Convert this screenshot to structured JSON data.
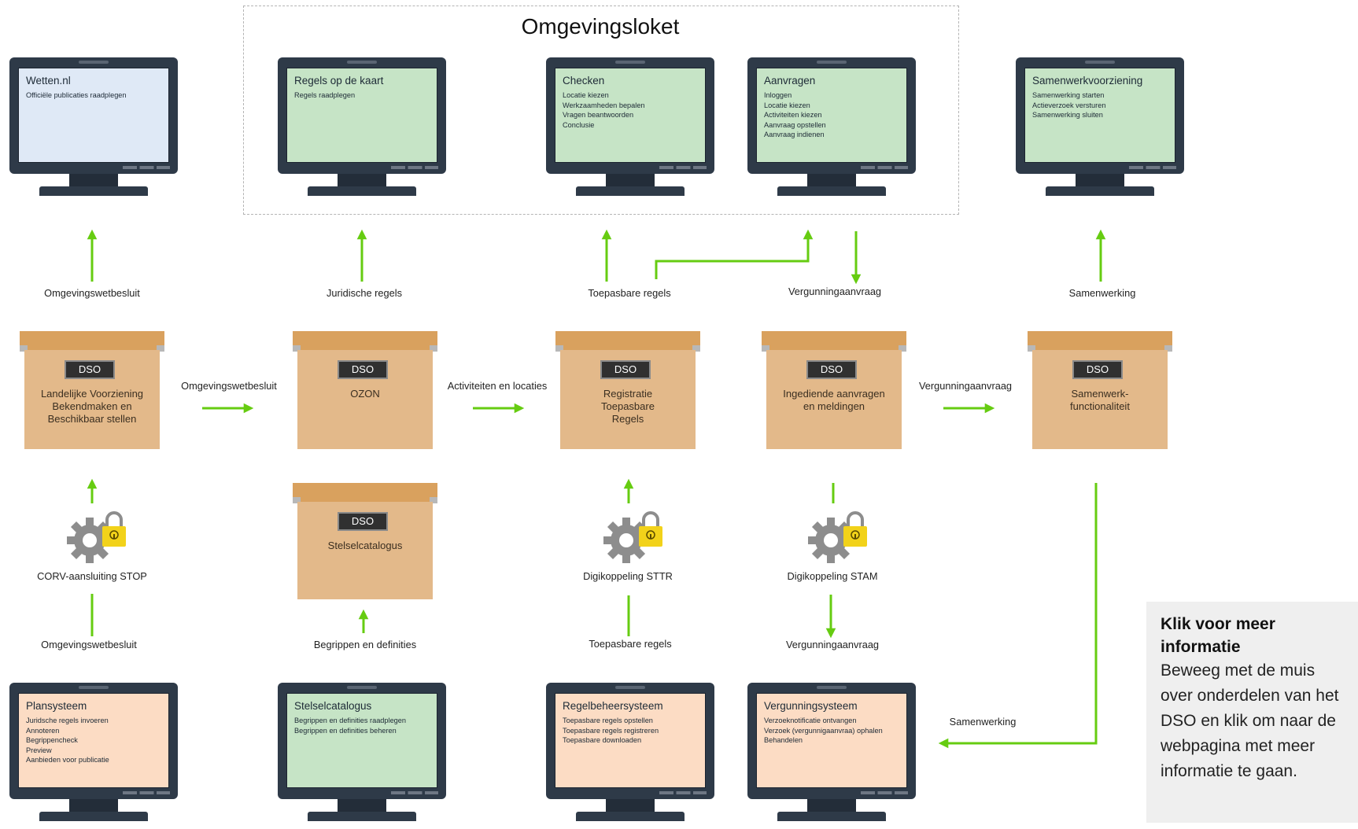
{
  "group": {
    "title": "Omgevingsloket"
  },
  "monitors": [
    {
      "id": "wetten",
      "title": "Wetten.nl",
      "lines": [
        "Officiële publicaties raadplegen"
      ],
      "screen_color": "#dfe9f6"
    },
    {
      "id": "regels-kaart",
      "title": "Regels op de kaart",
      "lines": [
        "Regels raadplegen"
      ],
      "screen_color": "#c6e4c6"
    },
    {
      "id": "checken",
      "title": "Checken",
      "lines": [
        "Locatie kiezen",
        "Werkzaamheden bepalen",
        "Vragen beantwoorden",
        "Conclusie"
      ],
      "screen_color": "#c6e4c6"
    },
    {
      "id": "aanvragen",
      "title": "Aanvragen",
      "lines": [
        "Inloggen",
        "Locatie kiezen",
        "Activiteiten kiezen",
        "Aanvraag opstellen",
        "Aanvraag indienen"
      ],
      "screen_color": "#c6e4c6"
    },
    {
      "id": "samenwerkvoorziening",
      "title": "Samenwerkvoorziening",
      "lines": [
        "Samenwerking starten",
        "Actieverzoek versturen",
        "Samenwerking sluiten"
      ],
      "screen_color": "#c6e4c6"
    },
    {
      "id": "plansysteem",
      "title": "Plansysteem",
      "lines": [
        "Juridsche regels invoeren",
        "Annoteren",
        "Begrippencheck",
        "Preview",
        "Aanbieden voor publicatie"
      ],
      "screen_color": "#fcdcc4"
    },
    {
      "id": "stelselcatalogus-mon",
      "title": "Stelselcatalogus",
      "lines": [
        "Begrippen en definities raadplegen",
        "Begrippen en definities beheren"
      ],
      "screen_color": "#c6e4c6"
    },
    {
      "id": "regelbeheer",
      "title": "Regelbeheersysteem",
      "lines": [
        "Toepasbare regels opstellen",
        "Toepasbare regels registreren",
        "Toepasbare  downloaden"
      ],
      "screen_color": "#fcdcc4"
    },
    {
      "id": "vergunning",
      "title": "Vergunningsysteem",
      "lines": [
        "Verzoeknotificatie ontvangen",
        "Verzoek (vergunnigaanvraa) ophalen",
        "Behandelen"
      ],
      "screen_color": "#fcdcc4"
    }
  ],
  "boxes": [
    {
      "id": "lvbb",
      "badge": "DSO",
      "label": "Landelijke Voorziening Bekendmaken en Beschikbaar stellen"
    },
    {
      "id": "ozon",
      "badge": "DSO",
      "label": "OZON"
    },
    {
      "id": "rtr",
      "badge": "DSO",
      "label": "Registratie Toepasbare Regels"
    },
    {
      "id": "ingediende",
      "badge": "DSO",
      "label": "Ingediende aanvragen en meldingen"
    },
    {
      "id": "samenwerk",
      "badge": "DSO",
      "label": "Samenwerk- functionaliteit"
    },
    {
      "id": "stelselcatalogus",
      "badge": "DSO",
      "label": "Stelselcatalogus"
    }
  ],
  "labels": {
    "l1": "Omgevingswetbesluit",
    "l2": "Juridische regels",
    "l3": "Toepasbare regels",
    "l4": "Vergunningaanvraag",
    "l5": "Samenwerking",
    "l6": "Omgevingswetbesluit",
    "l7": "Activiteiten en locaties",
    "l8": "Vergunningaanvraag",
    "l9": "CORV-aansluiting STOP",
    "l10": "Digikoppeling STTR",
    "l11": "Digikoppeling STAM",
    "l12": "Omgevingswetbesluit",
    "l13": "Begrippen en definities",
    "l14": "Toepasbare regels",
    "l15": "Vergunningaanvraag",
    "l16": "Samenwerking"
  },
  "info": {
    "title": "Klik voor meer informatie",
    "text": "Beweeg met de muis over onderdelen van het DSO en klik om naar de webpagina met meer informatie te gaan."
  },
  "colors": {
    "arrow": "#66cc11",
    "lock": "#f2d21a",
    "gear": "#8d8d8d",
    "box": "#e3b98a",
    "lid": "#d9a15e"
  }
}
